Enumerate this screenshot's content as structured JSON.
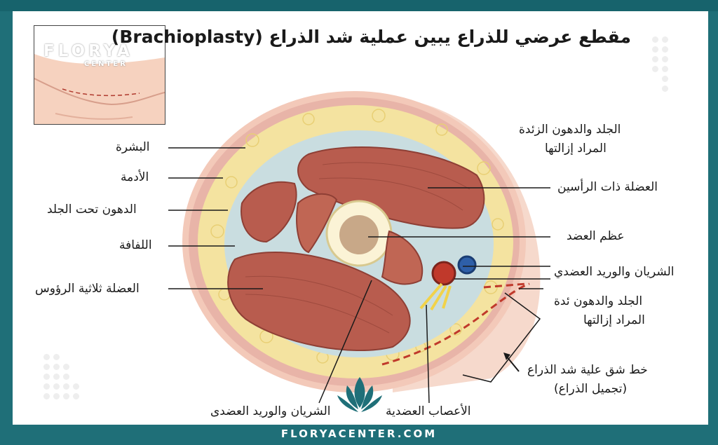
{
  "title": "مقطع عرضي للذراع يبين عملية شد الذراع (Brachioplasty)",
  "brand": {
    "name": "FLORYA",
    "sub": "CENTER",
    "footer": "FLORYACENTER.COM"
  },
  "labels": {
    "epidermis": "البشرة",
    "dermis": "الأدمة",
    "subcutaneous_fat": "الدهون تحت الجلد",
    "fascia": "اللفافة",
    "triceps": "العضلة ثلاثية الرؤوس",
    "excess_skin_top_1": "الجلد والدهون الزئدة",
    "excess_skin_top_2": "المراد إزالتها",
    "biceps": "العضلة ذات الرأسين",
    "humerus": "عظم العضد",
    "brachial_artery_vein_right": "الشريان والوريد العضدي",
    "excess_skin_bottom_1": "الجلد والدهون ئدة",
    "excess_skin_bottom_2": "المراد إزالتها",
    "incision_1": "خط شق علية شد الذراع",
    "incision_2": "(تجميل الذراع)",
    "nerves": "الأعصاب العضدية",
    "brachial_artery_vein_bottom": "الشريان والوريد العضدى"
  },
  "colors": {
    "frame": "#1f6f78",
    "muscle": "#b85c4e",
    "fat": "#f4e3a0",
    "skin": "#f3c9b9",
    "fascia": "#c9dde0"
  }
}
